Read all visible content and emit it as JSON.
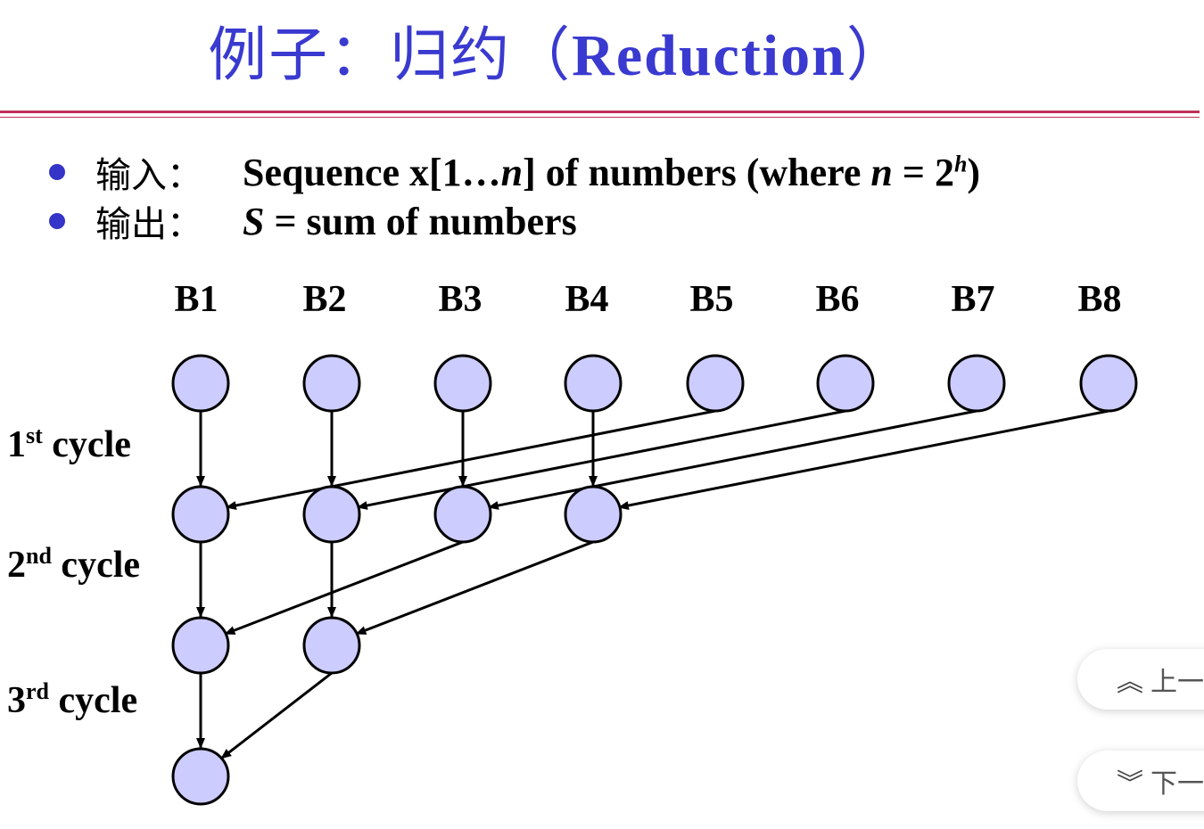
{
  "title": {
    "zh": "例子：归约（",
    "en": "Reduction",
    "close": "）"
  },
  "bullets": [
    {
      "key": "输入：",
      "pre": "Sequence x[1…",
      "var": "n",
      "mid": "] of numbers (where ",
      "var2": "n",
      "eq": " = 2",
      "sup": "h",
      "post": ")"
    },
    {
      "key": "输出：",
      "var": "S",
      "rest": " = sum of numbers"
    }
  ],
  "columns": [
    "B1",
    "B2",
    "B3",
    "B4",
    "B5",
    "B6",
    "B7",
    "B8"
  ],
  "cycles": [
    {
      "num": "1",
      "suffix": "st",
      "label": " cycle"
    },
    {
      "num": "2",
      "suffix": "nd",
      "label": " cycle"
    },
    {
      "num": "3",
      "suffix": "rd",
      "label": " cycle"
    }
  ],
  "diagram": {
    "levels": [
      8,
      4,
      2,
      1
    ],
    "node_fill": "#ccccff",
    "node_stroke": "#000000"
  },
  "nav": {
    "prev_label": "上一",
    "prev_icon": "double-chevron-up-icon",
    "next_label": "下一",
    "next_icon": "double-chevron-down-icon"
  },
  "colors": {
    "title": "#3a3ad0",
    "bullet": "#3434c8",
    "rule": "#c0305a"
  }
}
